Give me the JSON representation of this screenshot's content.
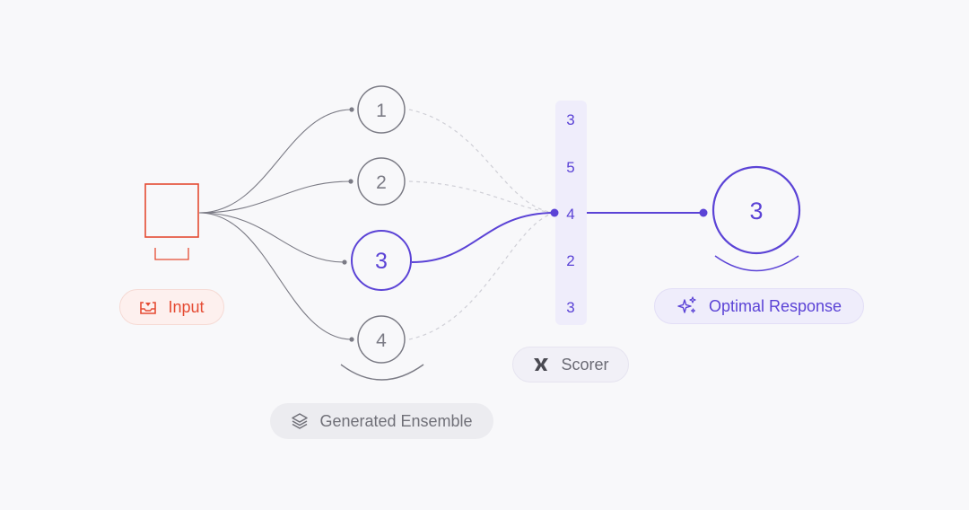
{
  "labels": {
    "input": "Input",
    "ensemble": "Generated Ensemble",
    "scorer": "Scorer",
    "optimal": "Optimal Response"
  },
  "ensemble_nodes": [
    "1",
    "2",
    "3",
    "4"
  ],
  "selected_node": "3",
  "scores": [
    "3",
    "5",
    "4",
    "2",
    "3"
  ],
  "optimal_value": "3",
  "icons": {
    "input": "inbox-download-icon",
    "ensemble": "layers-icon",
    "scorer": "scorer-icon",
    "optimal": "sparkles-icon"
  },
  "colors": {
    "input": "#e54b33",
    "accent": "#5b43d6",
    "neutral": "#707078",
    "dashed": "#cfcfd6",
    "scorer_bar": "#efedfb"
  }
}
